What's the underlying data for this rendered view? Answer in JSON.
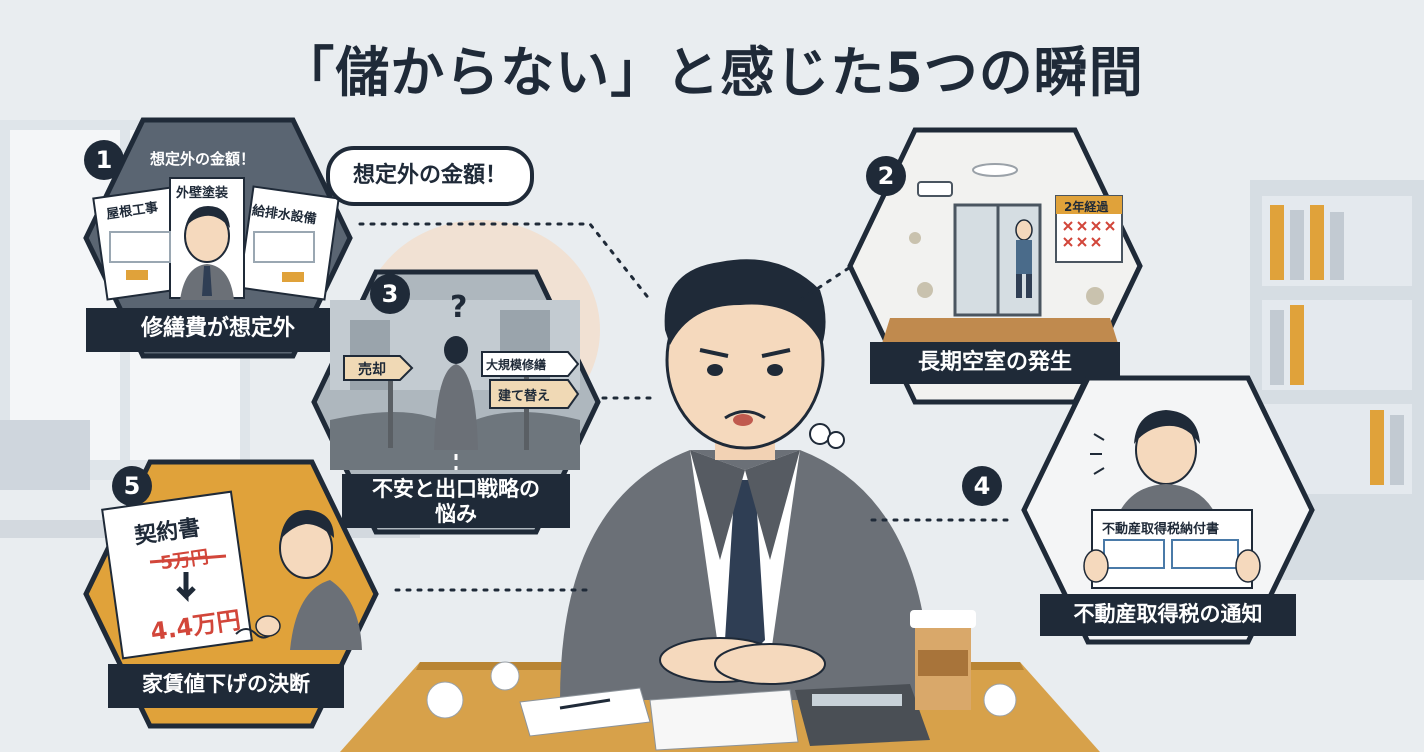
{
  "title": "「儲からない」と感じた5つの瞬間",
  "speech_bubble": "想定外の金額！",
  "panels": [
    {
      "number": "1",
      "top_caption": "想定外の金額！",
      "label": "修繕費が想定外",
      "documents": [
        "屋根工事",
        "外壁塗装",
        "給排水設備"
      ]
    },
    {
      "number": "2",
      "label": "長期空室の発生",
      "calendar_label": "2年経過"
    },
    {
      "number": "3",
      "label_line1": "不安と出口戦略の",
      "label_line2": "悩み",
      "question": "?",
      "sign_left": "売却",
      "sign_right_top": "大規模修繕",
      "sign_right_bottom": "建て替え"
    },
    {
      "number": "4",
      "label": "不動産取得税の通知",
      "notice_title": "不動産取得税納付書"
    },
    {
      "number": "5",
      "label": "家賃値下げの決断",
      "contract_title": "契約書",
      "old_rent": "5万円",
      "new_rent": "4.4万円"
    }
  ],
  "colors": {
    "navy": "#1f2a38",
    "panel_bg": "#5a6572",
    "accent_orange": "#e0a23a",
    "red": "#d2463a",
    "paper": "#ffffff"
  }
}
